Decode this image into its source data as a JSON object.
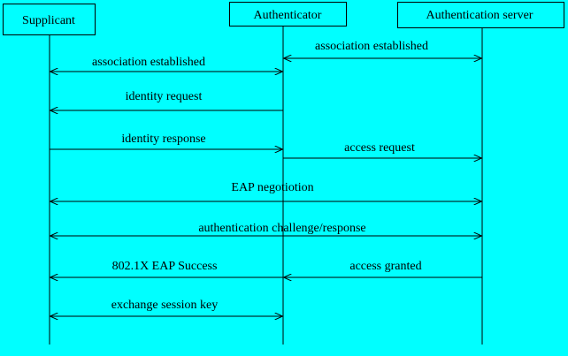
{
  "diagram": {
    "background": "#00FFFF",
    "line_color": "#000000",
    "participants": [
      {
        "id": "supplicant",
        "label": "Supplicant"
      },
      {
        "id": "authenticator",
        "label": "Authenticator"
      },
      {
        "id": "server",
        "label": "Authentication server"
      }
    ],
    "messages": [
      {
        "label": "association established",
        "from": "server",
        "to": "authenticator",
        "direction": "both"
      },
      {
        "label": "association established",
        "from": "authenticator",
        "to": "supplicant",
        "direction": "both"
      },
      {
        "label": "identity request",
        "from": "authenticator",
        "to": "supplicant",
        "direction": "forward"
      },
      {
        "label": "identity response",
        "from": "supplicant",
        "to": "authenticator",
        "direction": "forward"
      },
      {
        "label": "access request",
        "from": "authenticator",
        "to": "server",
        "direction": "forward"
      },
      {
        "label": "EAP negotiotion",
        "from": "supplicant",
        "to": "server",
        "direction": "both"
      },
      {
        "label": "authentication challenge/response",
        "from": "supplicant",
        "to": "server",
        "direction": "both"
      },
      {
        "label": "802.1X EAP Success",
        "from": "authenticator",
        "to": "supplicant",
        "direction": "forward"
      },
      {
        "label": "access granted",
        "from": "server",
        "to": "authenticator",
        "direction": "forward"
      },
      {
        "label": "exchange session key",
        "from": "supplicant",
        "to": "authenticator",
        "direction": "both"
      }
    ]
  }
}
